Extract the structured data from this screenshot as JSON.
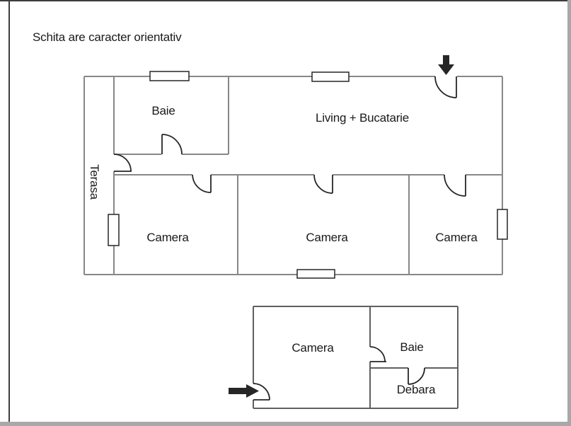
{
  "title": "Schita are caracter orientativ",
  "colors": {
    "background": "#ffffff",
    "wall_upper": "#878787",
    "wall_lower": "#5f5f5f",
    "detail": "#262626",
    "text": "#1a1a1a",
    "frame_dark": "#3d3d3d",
    "frame_light": "#a8a8a8"
  },
  "upper_plan": {
    "labels": {
      "baie": "Baie",
      "living": "Living + Bucatarie",
      "terasa": "Terasa",
      "camera1": "Camera",
      "camera2": "Camera",
      "camera3": "Camera"
    }
  },
  "lower_plan": {
    "labels": {
      "camera": "Camera",
      "baie": "Baie",
      "debara": "Debara"
    }
  },
  "icons": {
    "entrance_top": "down-arrow",
    "entrance_bottom": "right-arrow",
    "windows": "window-symbol",
    "doors": "door-swing-symbol"
  }
}
